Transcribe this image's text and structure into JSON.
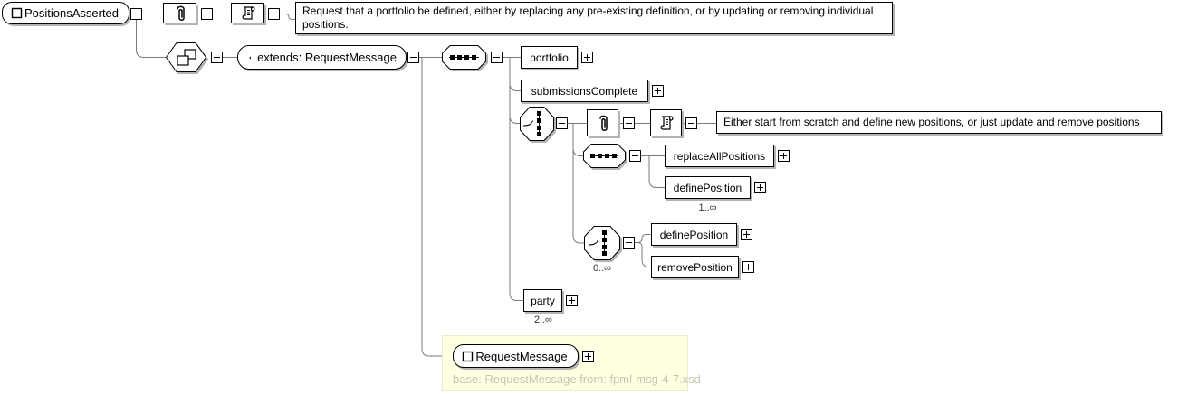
{
  "colors": {
    "canvas_bg": "#ffffff",
    "connector_line": "#7a7a7a",
    "node_border": "#000000",
    "node_shadow": "#b4b4b4",
    "note_bg": "#ffffe1",
    "note_text": "#c6c6b0"
  },
  "root": {
    "label": "PositionsAsserted",
    "documentation": "Request that a portfolio be defined, either by replacing any pre-existing definition, or by updating or removing individual positions."
  },
  "extension": {
    "label": "extends: RequestMessage"
  },
  "sequence": {
    "portfolio": {
      "label": "portfolio"
    },
    "submissionsComplete": {
      "label": "submissionsComplete"
    },
    "party": {
      "label": "party",
      "occurs": "2..∞"
    }
  },
  "choice": {
    "documentation": "Either start from scratch and define new positions, or just update and remove positions",
    "sequence_branch": {
      "replaceAllPositions": {
        "label": "replaceAllPositions"
      },
      "definePosition": {
        "label": "definePosition",
        "occurs": "1..∞"
      }
    },
    "choice_branch": {
      "occurs": "0..∞",
      "definePosition": {
        "label": "definePosition"
      },
      "removePosition": {
        "label": "removePosition"
      }
    }
  },
  "base": {
    "label": "RequestMessage",
    "note": "base: RequestMessage from: fpml-msg-4-7.xsd"
  }
}
